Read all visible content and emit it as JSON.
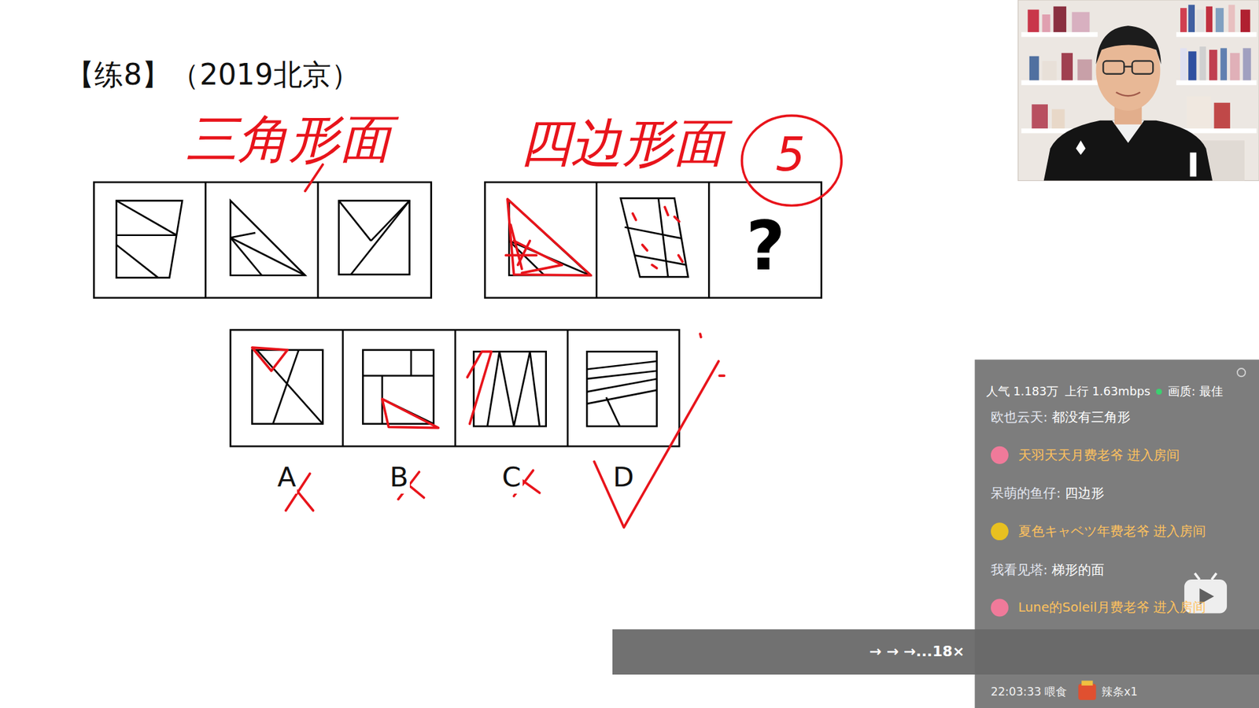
{
  "diagram": {
    "title": "【练8】（2019北京）",
    "nodes": [
      {
        "text": [
          "?"
        ]
      },
      {
        "text": [
          "A"
        ]
      },
      {
        "text": [
          "B"
        ]
      },
      {
        "text": [
          "C"
        ]
      },
      {
        "text": [
          "D"
        ]
      },
      {
        "text": [
          "人气 1.183万",
          "上行 1.63mbps",
          "画质: 最佳",
          "欧也云天:",
          "都没有三角形",
          "天羽天天月费老爷 进入房间",
          "呆萌的鱼仔:",
          "四边形",
          "夏色キャベツ年费老爷 进入房间",
          "我看见塔:",
          "梯形的面",
          "Lune的Soleil月费老爷 进入房间",
          "22:03:33 喂食",
          "辣条x1"
        ]
      },
      {
        "text": [
          "→ → →...18×"
        ]
      }
    ],
    "labels": [
      "三角形面",
      "四边形面",
      "5"
    ]
  }
}
